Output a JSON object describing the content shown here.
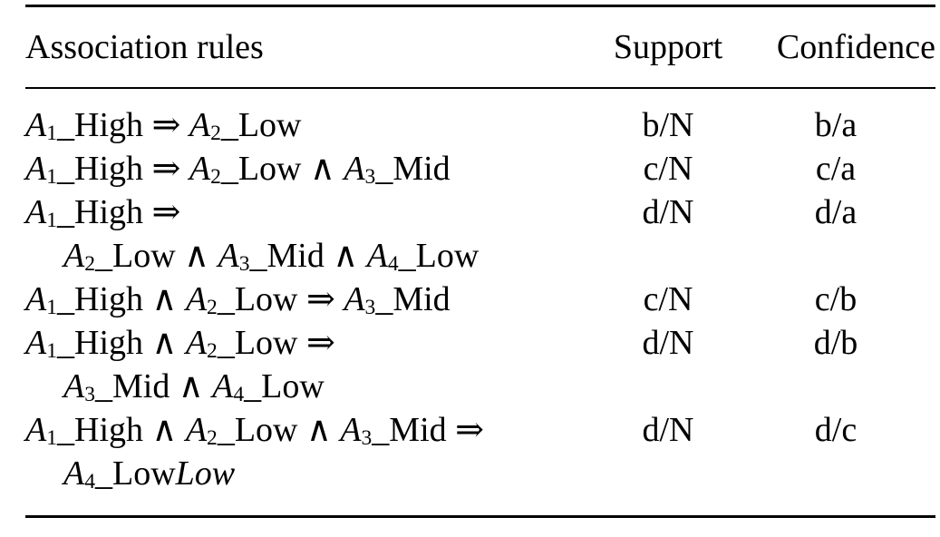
{
  "page": {
    "background": "#ffffff",
    "text_color": "#000000",
    "rule_color": "#000000"
  },
  "table": {
    "headers": {
      "rules": "Association rules",
      "support": "Support",
      "confidence": "Confidence"
    },
    "rows": [
      {
        "rule_lines": [
          "A₁_High ⇒ A₂_Low"
        ],
        "support": "b/N",
        "confidence": "b/a"
      },
      {
        "rule_lines": [
          "A₁_High ⇒ A₂_Low ∧ A₃_Mid"
        ],
        "support": "c/N",
        "confidence": "c/a"
      },
      {
        "rule_lines": [
          "A₁_High ⇒",
          "A₂_Low ∧ A₃_Mid ∧ A₄_Low"
        ],
        "support": "d/N",
        "confidence": "d/a"
      },
      {
        "rule_lines": [
          "A₁_High ∧ A₂_Low ⇒ A₃_Mid"
        ],
        "support": "c/N",
        "confidence": "c/b"
      },
      {
        "rule_lines": [
          "A₁_High ∧ A₂_Low ⇒",
          "A₃_Mid ∧ A₄_Low"
        ],
        "support": "d/N",
        "confidence": "d/b"
      },
      {
        "rule_lines": [
          "A₁_High ∧ A₂_Low ∧ A₃_Mid ⇒",
          "A₄_Low*Low*"
        ],
        "support": "d/N",
        "confidence": "d/c"
      }
    ]
  }
}
